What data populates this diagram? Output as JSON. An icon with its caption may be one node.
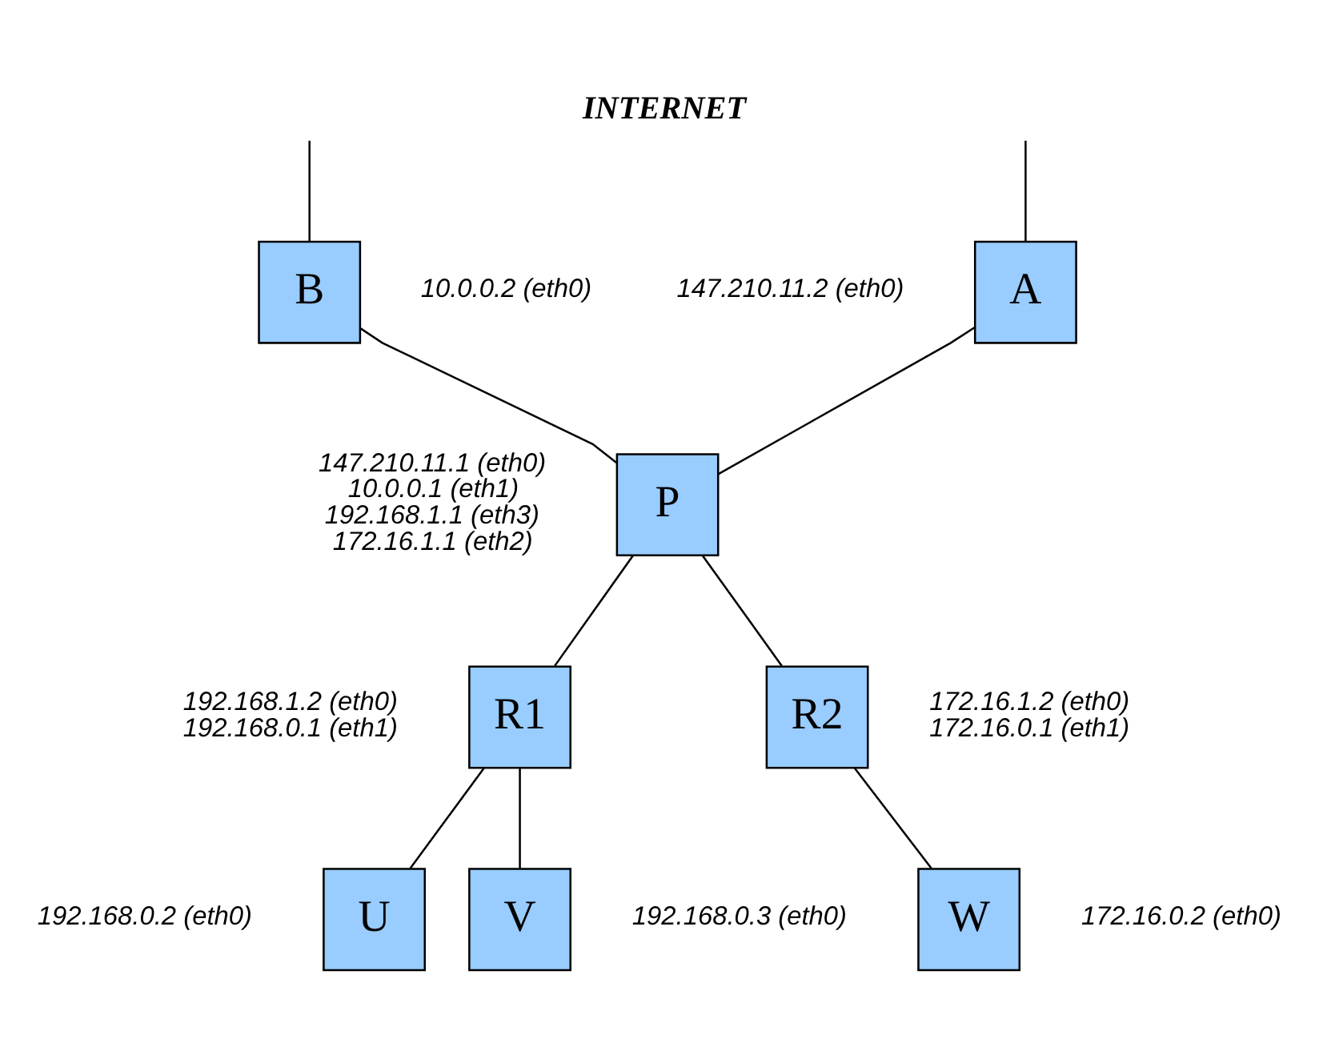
{
  "diagram": {
    "title": "INTERNET",
    "nodes": [
      {
        "text": [
          "A"
        ],
        "beside": [
          "147.210.11.2 (eth0)"
        ]
      },
      {
        "text": [
          "B"
        ],
        "beside": [
          "10.0.0.2 (eth0)"
        ]
      },
      {
        "text": [
          "P"
        ],
        "beside": [
          "147.210.11.1 (eth0)",
          "10.0.0.1 (eth1)",
          "192.168.1.1 (eth3)",
          "172.16.1.1 (eth2)"
        ]
      },
      {
        "text": [
          "R1"
        ],
        "beside": [
          "192.168.1.2 (eth0)",
          "192.168.0.1 (eth1)"
        ]
      },
      {
        "text": [
          "R2"
        ],
        "beside": [
          "172.16.1.2 (eth0)",
          "172.16.0.1 (eth1)"
        ]
      },
      {
        "text": [
          "U"
        ],
        "beside": [
          "192.168.0.2 (eth0)"
        ]
      },
      {
        "text": [
          "V"
        ],
        "beside": [
          "192.168.0.3 (eth0)"
        ]
      },
      {
        "text": [
          "W"
        ],
        "beside": [
          "172.16.0.2 (eth0)"
        ]
      }
    ],
    "edges": [
      {
        "from": null,
        "to": 0,
        "arrow": "none"
      },
      {
        "from": null,
        "to": 1,
        "arrow": "none"
      },
      {
        "from": 0,
        "to": 2,
        "arrow": "none"
      },
      {
        "from": 1,
        "to": 2,
        "arrow": "none"
      },
      {
        "from": 2,
        "to": 3,
        "arrow": "none"
      },
      {
        "from": 2,
        "to": 4,
        "arrow": "none"
      },
      {
        "from": 3,
        "to": 5,
        "arrow": "none"
      },
      {
        "from": 3,
        "to": 6,
        "arrow": "none"
      },
      {
        "from": 4,
        "to": 7,
        "arrow": "none"
      }
    ]
  }
}
